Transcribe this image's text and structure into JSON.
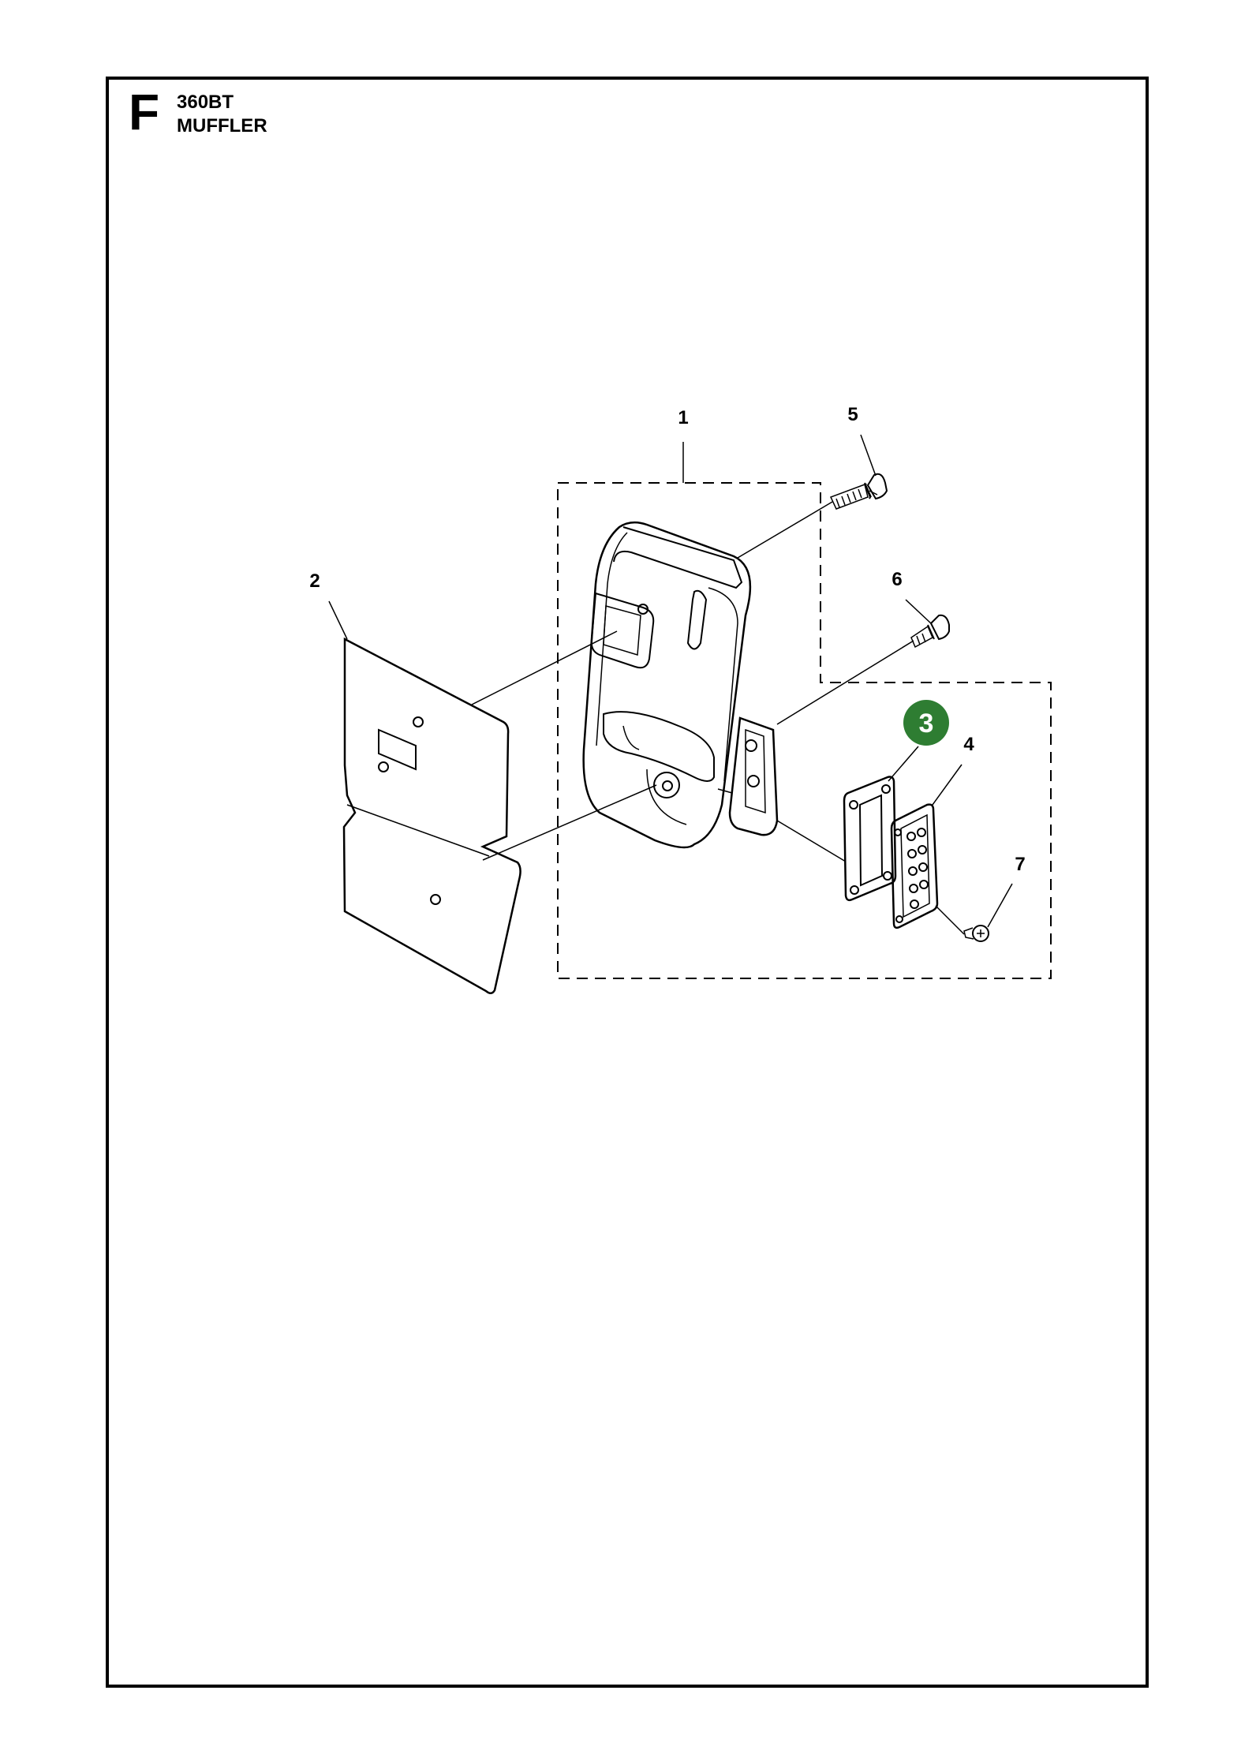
{
  "header": {
    "section_letter": "F",
    "model": "360BT",
    "assembly": "MUFFLER"
  },
  "callouts": [
    {
      "id": "1",
      "label": "1"
    },
    {
      "id": "2",
      "label": "2"
    },
    {
      "id": "3",
      "label": "3",
      "highlighted": true
    },
    {
      "id": "4",
      "label": "4"
    },
    {
      "id": "5",
      "label": "5"
    },
    {
      "id": "6",
      "label": "6"
    },
    {
      "id": "7",
      "label": "7"
    }
  ],
  "colors": {
    "line": "#000000",
    "highlight": "#2e7d32",
    "highlight_text": "#ffffff",
    "background": "#ffffff"
  }
}
